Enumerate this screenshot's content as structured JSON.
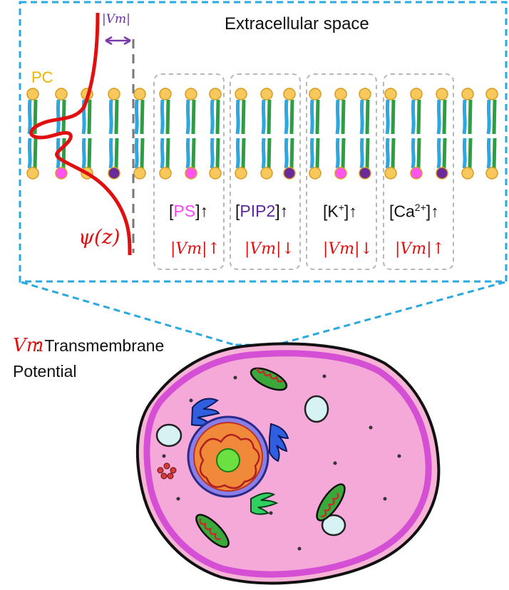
{
  "title": "Extracellular space",
  "pc_label": "PC",
  "vm_arrow_label": "|Vm|",
  "psi_label": "ψ(z)",
  "legend": {
    "symbol": "Vm",
    "colon_text": ": Transmembrane",
    "line2": "Potential"
  },
  "panels": [
    {
      "cond_pre": "[",
      "cond_main": "PS",
      "cond_post": "]↑",
      "cond_color": "#ff44ff",
      "effect_arrow": "↑"
    },
    {
      "cond_pre": "[",
      "cond_main": "PIP2",
      "cond_post": "]↑",
      "cond_color": "#5a2a9a",
      "effect_arrow": "↓"
    },
    {
      "cond_pre": "[K",
      "cond_main": "+",
      "cond_post": "]↑",
      "cond_color": "#111111",
      "effect_arrow": "↓"
    },
    {
      "cond_pre": "[Ca",
      "cond_main": "2+",
      "cond_post": "]↑",
      "cond_color": "#111111",
      "effect_arrow": "↑"
    }
  ],
  "effect_symbol": "Vm",
  "colors": {
    "frame": "#29a9e0",
    "head_pc": "#f7c95c",
    "head_ps": "#ff55ee",
    "head_pip2": "#6a2a9a",
    "tail_a": "#2aa8e0",
    "tail_b": "#2aa040",
    "potential": "#e01010",
    "cell_membrane": "#d44fd4",
    "cytoplasm": "#f7b3d6"
  },
  "icons": [
    "lipid-bilayer-icon",
    "cell-icon",
    "nucleus-icon",
    "mitochondrion-icon",
    "golgi-icon",
    "vacuole-icon"
  ]
}
